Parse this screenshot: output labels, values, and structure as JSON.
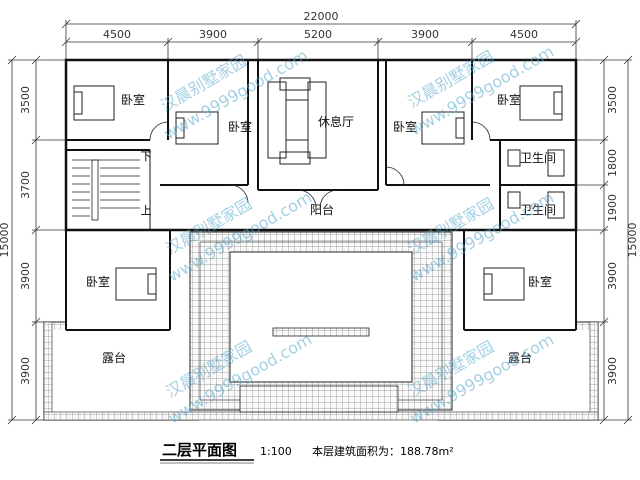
{
  "dimensions": {
    "overall_width": "22000",
    "top": [
      "4500",
      "3900",
      "5200",
      "3900",
      "4500"
    ],
    "left": [
      "3500",
      "3700",
      "3900",
      "3900"
    ],
    "right": [
      "3500",
      "1800",
      "1900",
      "3900",
      "3900"
    ],
    "overall_depth": "15000"
  },
  "rooms": {
    "bedroom_1": "卧室",
    "bedroom_2": "卧室",
    "lounge": "休息厅",
    "bedroom_3": "卧室",
    "bedroom_4": "卧室",
    "bathroom_1": "卫生间",
    "bathroom_2": "卫生间",
    "balcony": "阳台",
    "bedroom_5": "卧室",
    "bedroom_6": "卧室",
    "terrace_left": "露台",
    "terrace_right": "露台",
    "stair_down": "下",
    "stair_up": "上"
  },
  "watermarks": {
    "brand": "汉晨别墅家园",
    "url": "www.9999good.com"
  },
  "caption": {
    "title": "二层平面图",
    "scale": "1:100",
    "area": "本层建筑面积为：188.78m²"
  }
}
